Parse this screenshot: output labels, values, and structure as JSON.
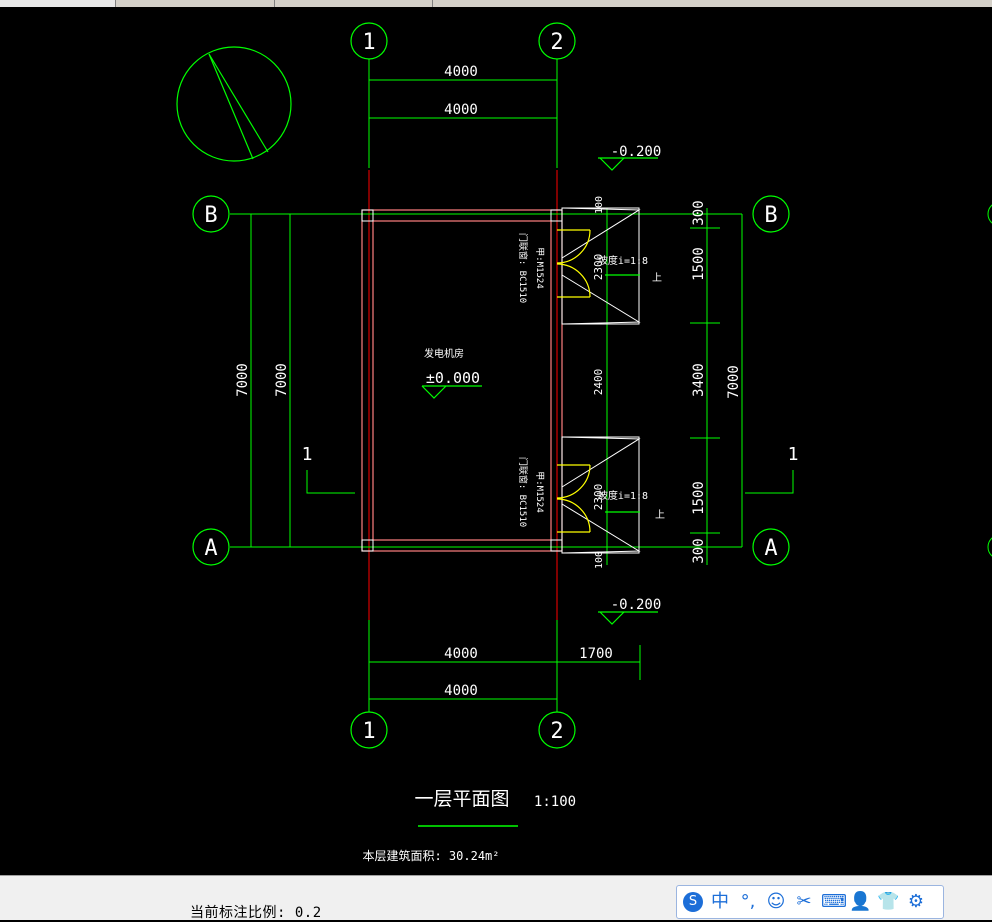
{
  "drawing": {
    "title": "一层平面图",
    "scale": "1:100",
    "area_note": "本层建筑面积: 30.24m²",
    "room_name": "发电机房",
    "floor_level": "±0.000",
    "outdoor_level_top": "-0.200",
    "outdoor_level_bottom": "-0.200",
    "axis_1": "1",
    "axis_2": "2",
    "axis_A": "A",
    "axis_B": "B",
    "section_mark": "1",
    "dim_top_outer": "4000",
    "dim_top_inner": "4000",
    "dim_bottom_inner": "4000",
    "dim_bottom_side": "1700",
    "dim_bottom_outer": "4000",
    "dim_left_outer": "7000",
    "dim_left_inner": "7000",
    "dim_right_300_top": "300",
    "dim_right_1500_top": "1500",
    "dim_right_3400": "3400",
    "dim_right_1500_bottom": "1500",
    "dim_right_300_bottom": "300",
    "dim_right_total": "7000",
    "dim_door_100_top": "100",
    "dim_door_2300_top": "2300",
    "dim_door_2400": "2400",
    "dim_door_2300_bottom": "2300",
    "dim_door_100_bottom": "100",
    "door_label": "门联窗: BC1510",
    "door_label2": "甲:M1524",
    "slope_top": "坡度i=1:8",
    "slope_bottom": "坡度i=1:8",
    "ramp_up": "上"
  },
  "status": {
    "scale_label": "当前标注比例: 0.2"
  },
  "ime": {
    "items": [
      "S",
      "中",
      "°,",
      "☺",
      "✂",
      "⌨",
      "👤",
      "👕",
      "⚙"
    ]
  },
  "colors": {
    "background": "#000000",
    "green": "#00ff00",
    "red": "#ff0000",
    "white": "#ffffff",
    "yellow": "#ffff00",
    "pink": "#ff8080"
  }
}
